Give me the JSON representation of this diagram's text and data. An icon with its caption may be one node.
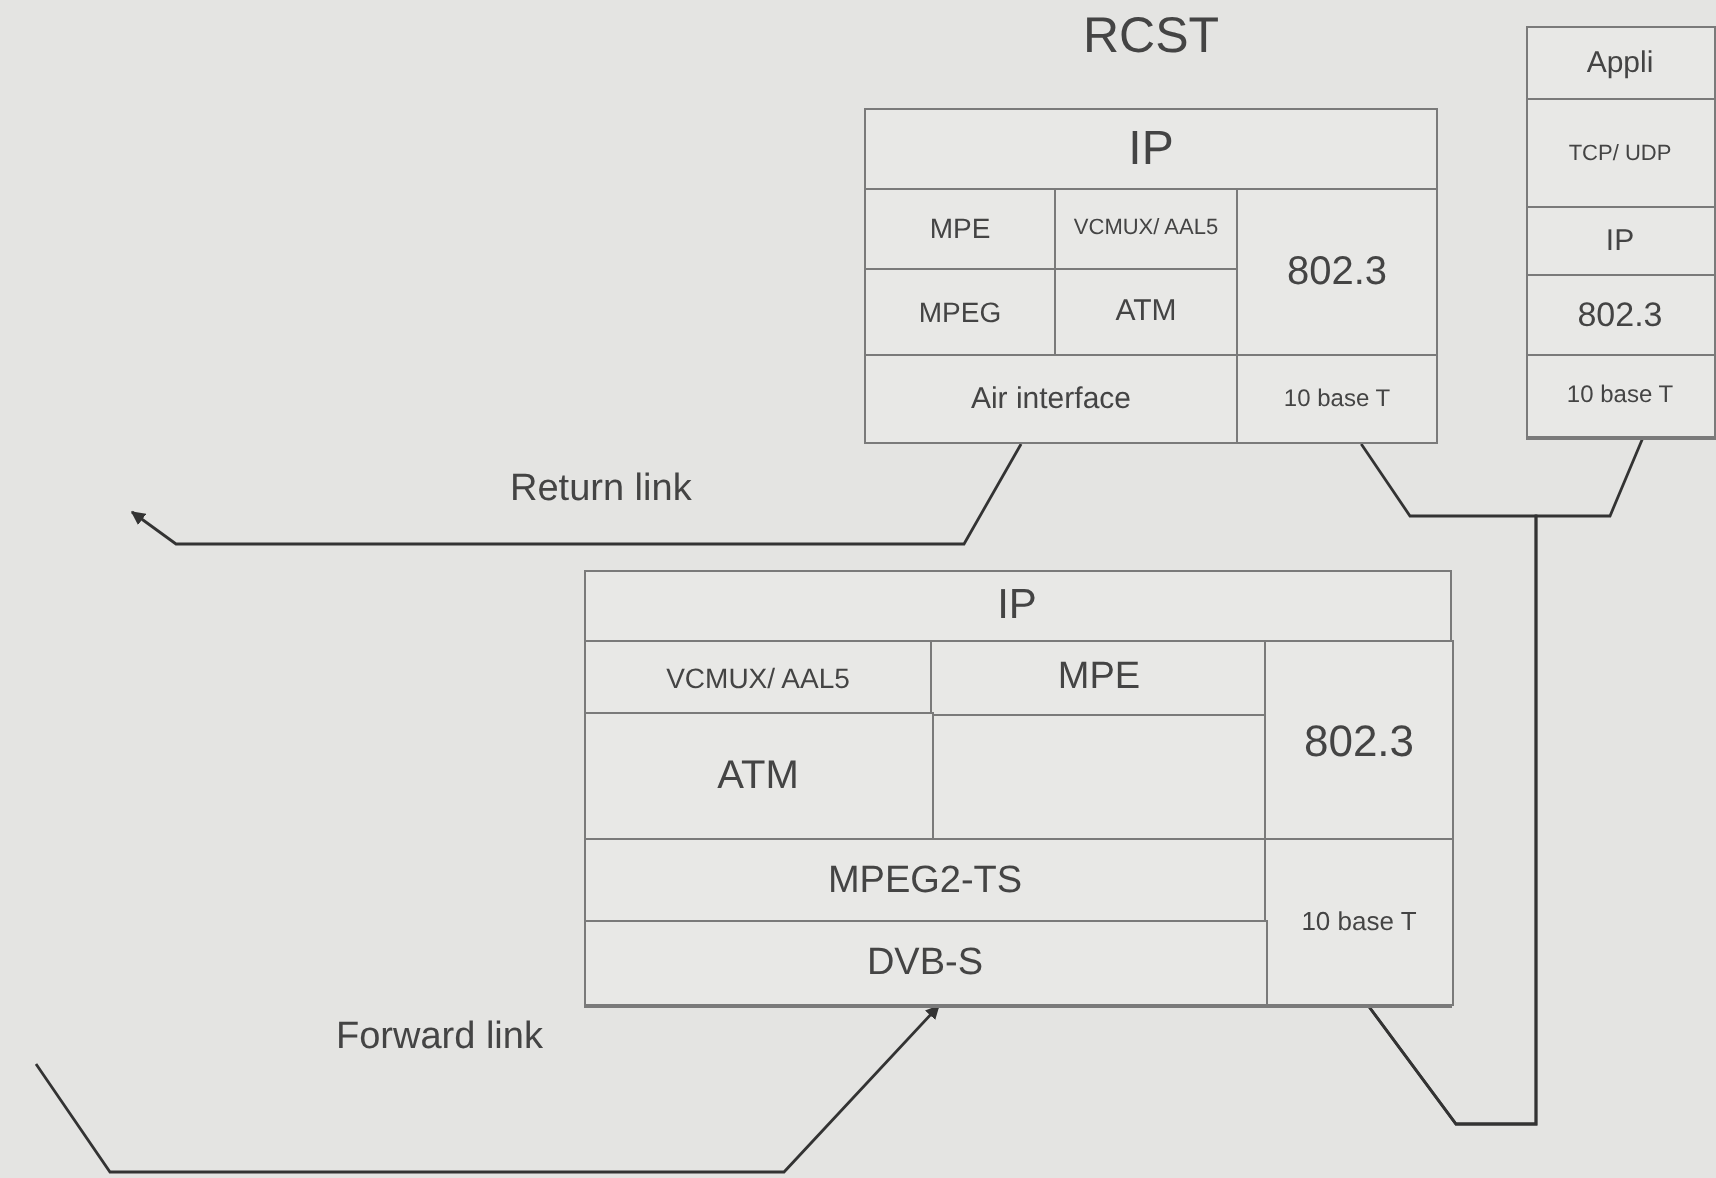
{
  "diagram": {
    "nodes": [
      {
        "text": [
          "RCST"
        ]
      },
      {
        "text": [
          "IP"
        ],
        "in": 0
      },
      {
        "text": [
          "MPE"
        ],
        "in": 0
      },
      {
        "text": [
          "VCMUX/ AAL5"
        ],
        "in": 0
      },
      {
        "text": [
          "802.3"
        ],
        "in": 0
      },
      {
        "text": [
          "MPEG"
        ],
        "in": 0
      },
      {
        "text": [
          "ATM"
        ],
        "in": 0
      },
      {
        "text": [
          "Air interface"
        ],
        "in": 0
      },
      {
        "text": [
          "10 base T"
        ],
        "in": 0
      },
      {
        "text": [],
        "shape": "box"
      },
      {
        "text": [
          "Appli"
        ],
        "in": 9
      },
      {
        "text": [
          "TCP/ UDP"
        ],
        "in": 9
      },
      {
        "text": [
          "IP"
        ],
        "in": 9
      },
      {
        "text": [
          "802.3"
        ],
        "in": 9
      },
      {
        "text": [
          "10 base T"
        ],
        "in": 9
      },
      {
        "text": [],
        "shape": "box"
      },
      {
        "text": [
          "IP"
        ],
        "in": 15
      },
      {
        "text": [
          "VCMUX/ AAL5"
        ],
        "in": 15
      },
      {
        "text": [
          "MPE"
        ],
        "in": 15
      },
      {
        "text": [
          "802.3"
        ],
        "in": 15
      },
      {
        "text": [
          "ATM"
        ],
        "in": 15
      },
      {
        "text": [
          "MPEG2-TS"
        ],
        "in": 15
      },
      {
        "text": [
          "10 base T"
        ],
        "in": 15
      },
      {
        "text": [
          "DVB-S"
        ],
        "in": 15
      }
    ],
    "edges": [
      {
        "from": 7,
        "to": null,
        "arrow": "to",
        "label": "Return link"
      },
      {
        "from": null,
        "to": 23,
        "arrow": "to",
        "label": "Forward link"
      },
      {
        "from": 8,
        "to": 22,
        "arrow": "none"
      },
      {
        "from": 14,
        "to": 22,
        "arrow": "none"
      }
    ]
  }
}
